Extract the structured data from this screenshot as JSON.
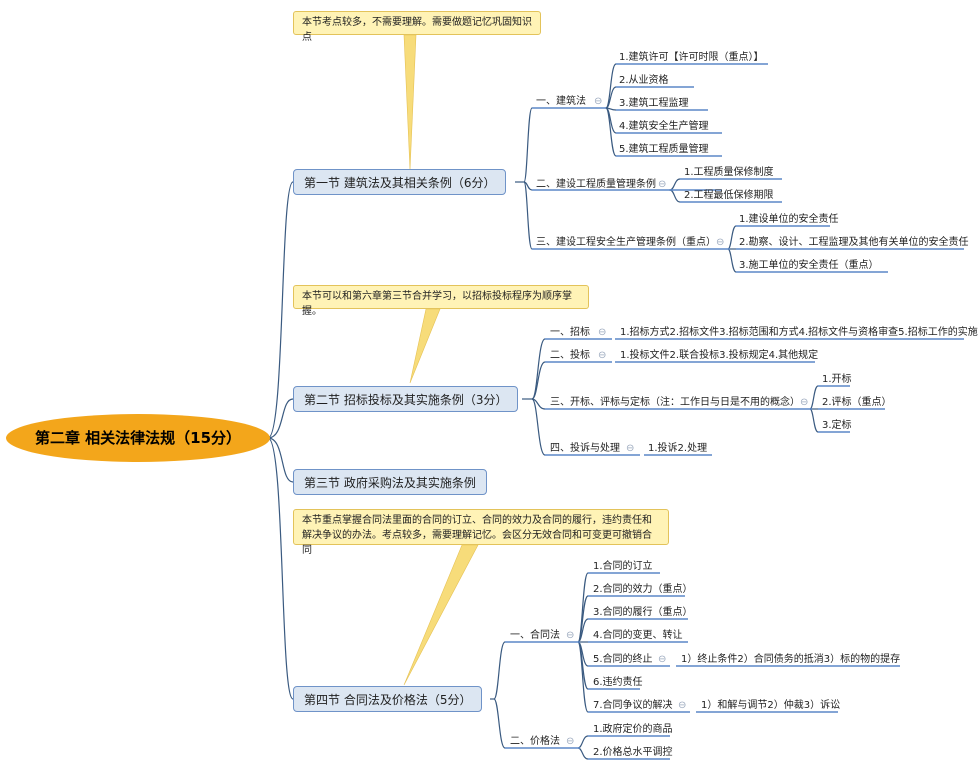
{
  "root": {
    "title": "第二章 相关法律法规（15分）"
  },
  "notes": {
    "n1": "本节考点较多，不需要理解。需要做题记忆巩固知识点",
    "n2": "本节可以和第六章第三节合并学习，以招标投标程序为顺序掌握。",
    "n3": "本节重点掌握合同法里面的合同的订立、合同的效力及合同的履行，违约责任和解决争议的办法。考点较多，需要理解记忆。会区分无效合同和可变更可撤销合同"
  },
  "sections": {
    "s1": {
      "title": "第一节 建筑法及其相关条例（6分）",
      "a": {
        "label": "一、建筑法",
        "items": [
          "1.建筑许可【许可时限（重点）】",
          "2.从业资格",
          "3.建筑工程监理",
          "4.建筑安全生产管理",
          "5.建筑工程质量管理"
        ]
      },
      "b": {
        "label": "二、建设工程质量管理条例",
        "items": [
          "1.工程质量保修制度",
          "2.工程最低保修期限"
        ]
      },
      "c": {
        "label": "三、建设工程安全生产管理条例（重点）",
        "items": [
          "1.建设单位的安全责任",
          "2.勘察、设计、工程监理及其他有关单位的安全责任",
          "3.施工单位的安全责任（重点）"
        ]
      }
    },
    "s2": {
      "title": "第二节 招标投标及其实施条例（3分）",
      "a": {
        "label": "一、招标",
        "detail": "1.招标方式2.招标文件3.招标范围和方式4.招标文件与资格审查5.招标工作的实施"
      },
      "b": {
        "label": "二、投标",
        "detail": "1.投标文件2.联合投标3.投标规定4.其他规定"
      },
      "c": {
        "label": "三、开标、评标与定标（注：工作日与日是不用的概念）",
        "items": [
          "1.开标",
          "2.评标（重点）",
          "3.定标"
        ]
      },
      "d": {
        "label": "四、投诉与处理",
        "detail": "1.投诉2.处理"
      }
    },
    "s3": {
      "title": "第三节 政府采购法及其实施条例"
    },
    "s4": {
      "title": "第四节 合同法及价格法（5分）",
      "a": {
        "label": "一、合同法",
        "items": [
          "1.合同的订立",
          "2.合同的效力（重点）",
          "3.合同的履行（重点）",
          "4.合同的变更、转让",
          "5.合同的终止",
          "6.违约责任",
          "7.合同争议的解决"
        ],
        "end_detail": "1）终止条件2）合同债务的抵消3）标的物的提存",
        "dispute_detail": "1）和解与调节2）仲裁3）诉讼"
      },
      "b": {
        "label": "二、价格法",
        "items": [
          "1.政府定价的商品",
          "2.价格总水平调控"
        ]
      }
    }
  },
  "colors": {
    "line": "#3a5a80",
    "underline": "#5b87c7",
    "root": "#f3a61b",
    "node_fill": "#dce6f2",
    "note_fill": "#fff3b6",
    "callout": "#f7dc7a"
  }
}
